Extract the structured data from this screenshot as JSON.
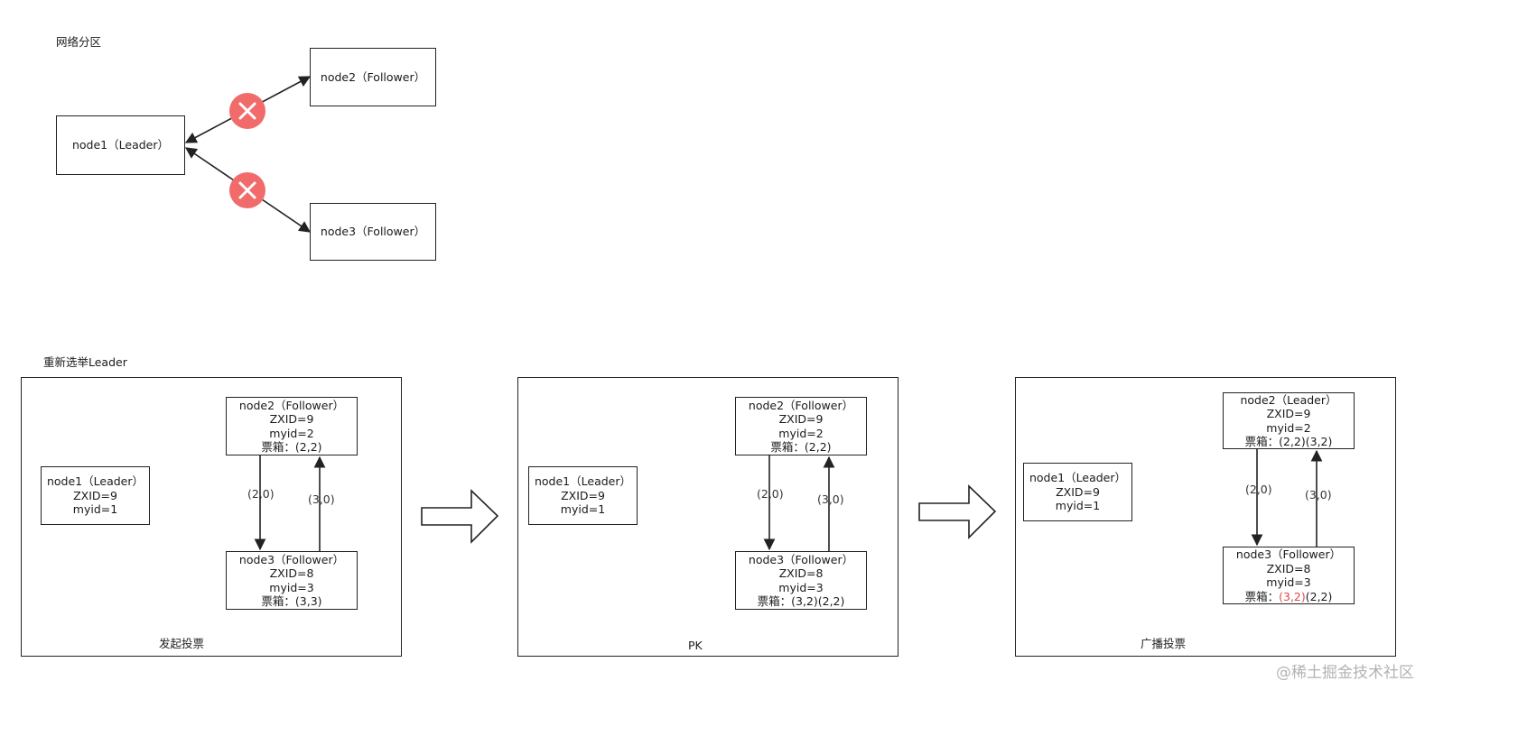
{
  "partition": {
    "title": "网络分区",
    "node1": "node1（Leader）",
    "node2": "node2（Follower）",
    "node3": "node3（Follower）"
  },
  "reelection": {
    "title": "重新选举Leader",
    "panels": [
      {
        "label": "发起投票",
        "leader": {
          "title": "node1（Leader）",
          "zxid": "ZXID=9",
          "myid": "myid=1"
        },
        "top": {
          "title": "node2（Follower）",
          "zxid": "ZXID=9",
          "myid": "myid=2",
          "ballot": "票箱：(2,2)",
          "ballot_red": "",
          "ballot_rest": ""
        },
        "bottom": {
          "title": "node3（Follower）",
          "zxid": "ZXID=8",
          "myid": "myid=3",
          "ballot": "票箱：(3,3)",
          "ballot_red": "",
          "ballot_rest": ""
        },
        "down_label": "(2,0)",
        "up_label": "(3,0)"
      },
      {
        "label": "PK",
        "leader": {
          "title": "node1（Leader）",
          "zxid": "ZXID=9",
          "myid": "myid=1"
        },
        "top": {
          "title": "node2（Follower）",
          "zxid": "ZXID=9",
          "myid": "myid=2",
          "ballot": "票箱：(2,2)",
          "ballot_red": "",
          "ballot_rest": ""
        },
        "bottom": {
          "title": "node3（Follower）",
          "zxid": "ZXID=8",
          "myid": "myid=3",
          "ballot": "票箱：(3,2)(2,2)",
          "ballot_red": "",
          "ballot_rest": ""
        },
        "down_label": "(2,0)",
        "up_label": "(3,0)"
      },
      {
        "label": "广播投票",
        "leader": {
          "title": "node1（Leader）",
          "zxid": "ZXID=9",
          "myid": "myid=1"
        },
        "top": {
          "title": "node2（Leader）",
          "zxid": "ZXID=9",
          "myid": "myid=2",
          "ballot": "票箱：(2,2)(3,2)",
          "ballot_red": "",
          "ballot_rest": ""
        },
        "bottom": {
          "title": "node3（Follower）",
          "zxid": "ZXID=8",
          "myid": "myid=3",
          "ballot": "票箱：",
          "ballot_red": "(3,2)",
          "ballot_rest": "(2,2)"
        },
        "down_label": "(2,0)",
        "up_label": "(3,0)"
      }
    ]
  },
  "watermark": "@稀土掘金技术社区",
  "colors": {
    "cross": "#f26b6b",
    "highlight": "#e0484a",
    "stroke": "#222222"
  },
  "icons": [
    "cross-circle-icon",
    "cross-circle-icon",
    "hollow-arrow-right-icon",
    "hollow-arrow-right-icon"
  ]
}
